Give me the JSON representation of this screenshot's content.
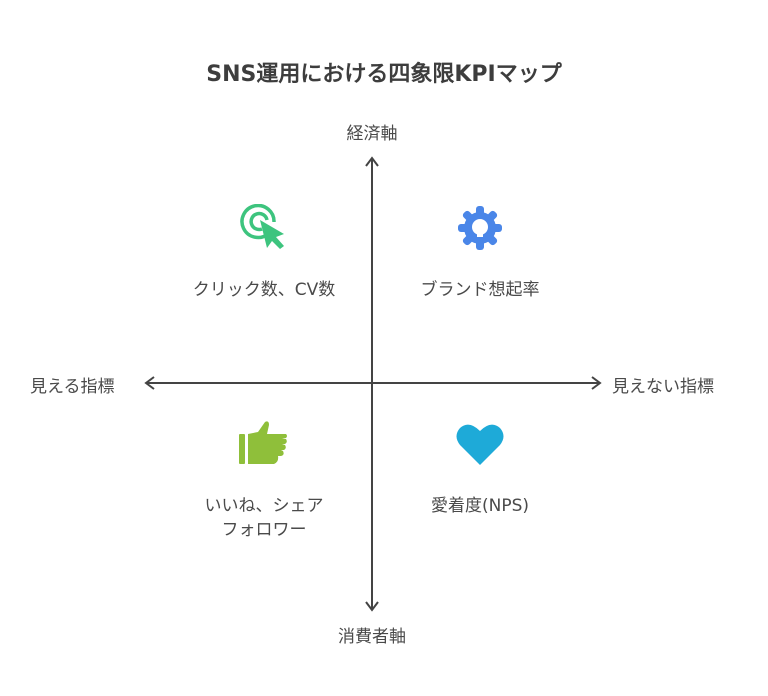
{
  "title": "SNS運用における四象限KPIマップ",
  "axes": {
    "top": "経済軸",
    "bottom": "消費者軸",
    "left": "見える指標",
    "right": "見えない指標"
  },
  "quadrants": [
    {
      "label": "クリック数、CV数",
      "icon": "cursor-click-icon",
      "color": "#3dc47e"
    },
    {
      "label": "ブランド想起率",
      "icon": "gear-lightbulb-icon",
      "color": "#4a86e8"
    },
    {
      "label_line1": "いいね、シェア",
      "label_line2": "フォロワー",
      "icon": "thumbs-up-icon",
      "color": "#8fbf3a"
    },
    {
      "label": "愛着度(NPS)",
      "icon": "heart-icon",
      "color": "#1eaad8"
    }
  ]
}
